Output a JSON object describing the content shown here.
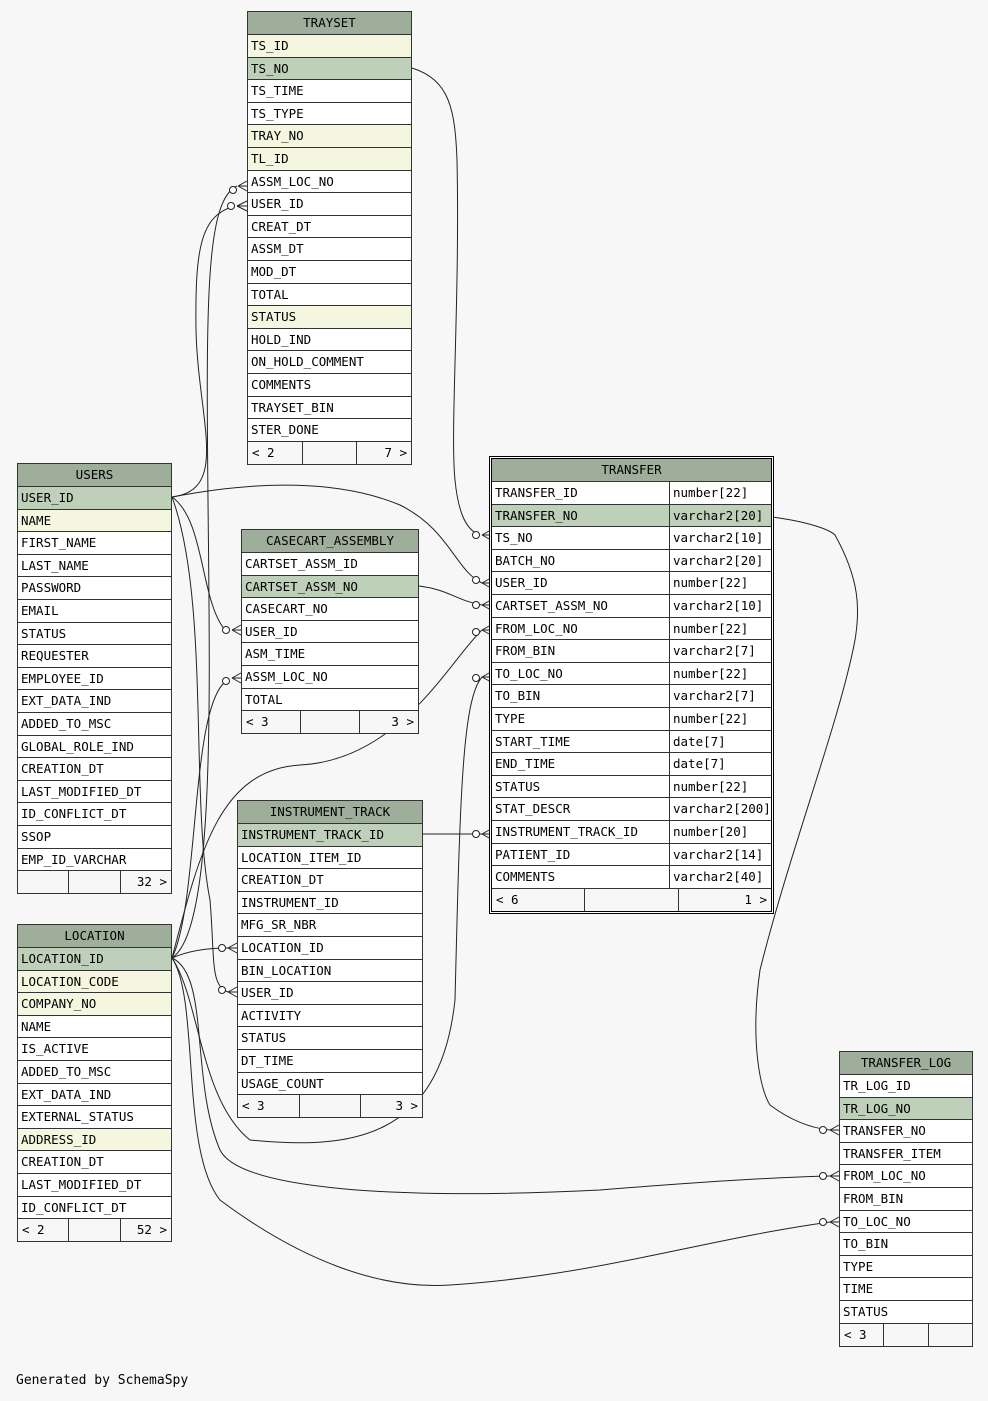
{
  "footer_text": "Generated by SchemaSpy",
  "colors": {
    "header": "#9eae9a",
    "primary_key": "#bfd0ba",
    "indexed": "#f4f6df",
    "background": "#f7f7f7"
  },
  "tables": {
    "trayset": {
      "name": "TRAYSET",
      "columns": [
        {
          "name": "TS_ID",
          "kind": "idx"
        },
        {
          "name": "TS_NO",
          "kind": "pk"
        },
        {
          "name": "TS_TIME",
          "kind": ""
        },
        {
          "name": "TS_TYPE",
          "kind": ""
        },
        {
          "name": "TRAY_NO",
          "kind": "idx"
        },
        {
          "name": "TL_ID",
          "kind": "idx"
        },
        {
          "name": "ASSM_LOC_NO",
          "kind": ""
        },
        {
          "name": "USER_ID",
          "kind": ""
        },
        {
          "name": "CREAT_DT",
          "kind": ""
        },
        {
          "name": "ASSM_DT",
          "kind": ""
        },
        {
          "name": "MOD_DT",
          "kind": ""
        },
        {
          "name": "TOTAL",
          "kind": ""
        },
        {
          "name": "STATUS",
          "kind": "idx"
        },
        {
          "name": "HOLD_IND",
          "kind": ""
        },
        {
          "name": "ON_HOLD_COMMENT",
          "kind": ""
        },
        {
          "name": "COMMENTS",
          "kind": ""
        },
        {
          "name": "TRAYSET_BIN",
          "kind": ""
        },
        {
          "name": "STER_DONE",
          "kind": ""
        }
      ],
      "footer": [
        "< 2",
        "",
        "7 >"
      ]
    },
    "users": {
      "name": "USERS",
      "columns": [
        {
          "name": "USER_ID",
          "kind": "pk"
        },
        {
          "name": "NAME",
          "kind": "idx"
        },
        {
          "name": "FIRST_NAME",
          "kind": ""
        },
        {
          "name": "LAST_NAME",
          "kind": ""
        },
        {
          "name": "PASSWORD",
          "kind": ""
        },
        {
          "name": "EMAIL",
          "kind": ""
        },
        {
          "name": "STATUS",
          "kind": ""
        },
        {
          "name": "REQUESTER",
          "kind": ""
        },
        {
          "name": "EMPLOYEE_ID",
          "kind": ""
        },
        {
          "name": "EXT_DATA_IND",
          "kind": ""
        },
        {
          "name": "ADDED_TO_MSC",
          "kind": ""
        },
        {
          "name": "GLOBAL_ROLE_IND",
          "kind": ""
        },
        {
          "name": "CREATION_DT",
          "kind": ""
        },
        {
          "name": "LAST_MODIFIED_DT",
          "kind": ""
        },
        {
          "name": "ID_CONFLICT_DT",
          "kind": ""
        },
        {
          "name": "SSOP",
          "kind": ""
        },
        {
          "name": "EMP_ID_VARCHAR",
          "kind": ""
        }
      ],
      "footer": [
        "",
        "",
        "32 >"
      ]
    },
    "casecart": {
      "name": "CASECART_ASSEMBLY",
      "columns": [
        {
          "name": "CARTSET_ASSM_ID",
          "kind": ""
        },
        {
          "name": "CARTSET_ASSM_NO",
          "kind": "pk"
        },
        {
          "name": "CASECART_NO",
          "kind": ""
        },
        {
          "name": "USER_ID",
          "kind": ""
        },
        {
          "name": "ASM_TIME",
          "kind": ""
        },
        {
          "name": "ASSM_LOC_NO",
          "kind": ""
        },
        {
          "name": "TOTAL",
          "kind": ""
        }
      ],
      "footer": [
        "< 3",
        "",
        "3 >"
      ]
    },
    "transfer": {
      "name": "TRANSFER",
      "columns": [
        {
          "name": "TRANSFER_ID",
          "type": "number[22]",
          "kind": ""
        },
        {
          "name": "TRANSFER_NO",
          "type": "varchar2[20]",
          "kind": "pk"
        },
        {
          "name": "TS_NO",
          "type": "varchar2[10]",
          "kind": ""
        },
        {
          "name": "BATCH_NO",
          "type": "varchar2[20]",
          "kind": ""
        },
        {
          "name": "USER_ID",
          "type": "number[22]",
          "kind": ""
        },
        {
          "name": "CARTSET_ASSM_NO",
          "type": "varchar2[10]",
          "kind": ""
        },
        {
          "name": "FROM_LOC_NO",
          "type": "number[22]",
          "kind": ""
        },
        {
          "name": "FROM_BIN",
          "type": "varchar2[7]",
          "kind": ""
        },
        {
          "name": "TO_LOC_NO",
          "type": "number[22]",
          "kind": ""
        },
        {
          "name": "TO_BIN",
          "type": "varchar2[7]",
          "kind": ""
        },
        {
          "name": "TYPE",
          "type": "number[22]",
          "kind": ""
        },
        {
          "name": "START_TIME",
          "type": "date[7]",
          "kind": ""
        },
        {
          "name": "END_TIME",
          "type": "date[7]",
          "kind": ""
        },
        {
          "name": "STATUS",
          "type": "number[22]",
          "kind": ""
        },
        {
          "name": "STAT_DESCR",
          "type": "varchar2[200]",
          "kind": ""
        },
        {
          "name": "INSTRUMENT_TRACK_ID",
          "type": "number[20]",
          "kind": ""
        },
        {
          "name": "PATIENT_ID",
          "type": "varchar2[14]",
          "kind": ""
        },
        {
          "name": "COMMENTS",
          "type": "varchar2[40]",
          "kind": ""
        }
      ],
      "footer": [
        "< 6",
        "",
        "1 >"
      ]
    },
    "instrument": {
      "name": "INSTRUMENT_TRACK",
      "columns": [
        {
          "name": "INSTRUMENT_TRACK_ID",
          "kind": "pk"
        },
        {
          "name": "LOCATION_ITEM_ID",
          "kind": ""
        },
        {
          "name": "CREATION_DT",
          "kind": ""
        },
        {
          "name": "INSTRUMENT_ID",
          "kind": ""
        },
        {
          "name": "MFG_SR_NBR",
          "kind": ""
        },
        {
          "name": "LOCATION_ID",
          "kind": ""
        },
        {
          "name": "BIN_LOCATION",
          "kind": ""
        },
        {
          "name": "USER_ID",
          "kind": ""
        },
        {
          "name": "ACTIVITY",
          "kind": ""
        },
        {
          "name": "STATUS",
          "kind": ""
        },
        {
          "name": "DT_TIME",
          "kind": ""
        },
        {
          "name": "USAGE_COUNT",
          "kind": ""
        }
      ],
      "footer": [
        "< 3",
        "",
        "3 >"
      ]
    },
    "location": {
      "name": "LOCATION",
      "columns": [
        {
          "name": "LOCATION_ID",
          "kind": "pk"
        },
        {
          "name": "LOCATION_CODE",
          "kind": "idx"
        },
        {
          "name": "COMPANY_NO",
          "kind": "idx"
        },
        {
          "name": "NAME",
          "kind": ""
        },
        {
          "name": "IS_ACTIVE",
          "kind": ""
        },
        {
          "name": "ADDED_TO_MSC",
          "kind": ""
        },
        {
          "name": "EXT_DATA_IND",
          "kind": ""
        },
        {
          "name": "EXTERNAL_STATUS",
          "kind": ""
        },
        {
          "name": "ADDRESS_ID",
          "kind": "idx"
        },
        {
          "name": "CREATION_DT",
          "kind": ""
        },
        {
          "name": "LAST_MODIFIED_DT",
          "kind": ""
        },
        {
          "name": "ID_CONFLICT_DT",
          "kind": ""
        }
      ],
      "footer": [
        "< 2",
        "",
        "52 >"
      ]
    },
    "transfer_log": {
      "name": "TRANSFER_LOG",
      "columns": [
        {
          "name": "TR_LOG_ID",
          "kind": ""
        },
        {
          "name": "TR_LOG_NO",
          "kind": "pk"
        },
        {
          "name": "TRANSFER_NO",
          "kind": ""
        },
        {
          "name": "TRANSFER_ITEM",
          "kind": ""
        },
        {
          "name": "FROM_LOC_NO",
          "kind": ""
        },
        {
          "name": "FROM_BIN",
          "kind": ""
        },
        {
          "name": "TO_LOC_NO",
          "kind": ""
        },
        {
          "name": "TO_BIN",
          "kind": ""
        },
        {
          "name": "TYPE",
          "kind": ""
        },
        {
          "name": "TIME",
          "kind": ""
        },
        {
          "name": "STATUS",
          "kind": ""
        }
      ],
      "footer": [
        "< 3",
        "",
        ""
      ]
    }
  }
}
